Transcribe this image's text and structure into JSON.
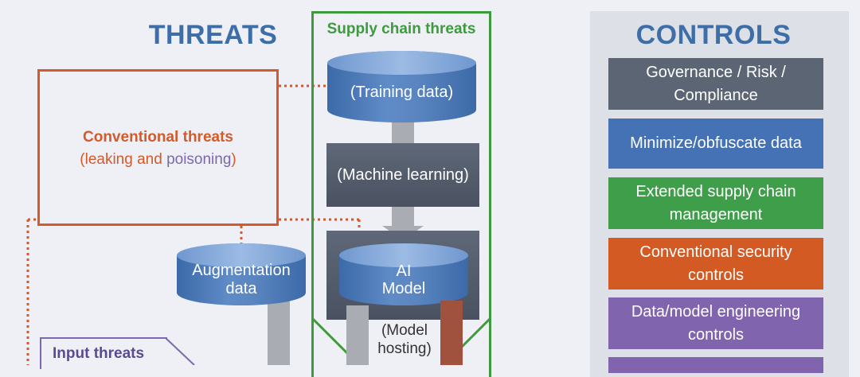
{
  "threats_heading": "THREATS",
  "controls_heading": "CONTROLS",
  "supply_chain": {
    "title": "Supply chain threats",
    "training_data": "(Training data)",
    "machine_learning": "(Machine learning)",
    "ai_model_line1": "AI",
    "ai_model_line2": "Model",
    "model_hosting_line1": "(Model",
    "model_hosting_line2": "hosting)"
  },
  "conventional": {
    "title": "Conventional threats",
    "sub_open": "(leaking and ",
    "sub_poisoning": "poisoning",
    "sub_close": ")"
  },
  "augmentation": {
    "line1": "Augmentation",
    "line2": "data"
  },
  "input_threats": "Input threats",
  "controls": [
    {
      "label": "Governance / Risk / Compliance",
      "color": "#5c6574"
    },
    {
      "label": "Minimize/obfuscate data",
      "color": "#4472b4"
    },
    {
      "label": "Extended supply chain management",
      "color": "#3f9e4a"
    },
    {
      "label": "Conventional security controls",
      "color": "#d45a24"
    },
    {
      "label": "Data/model engineering controls",
      "color": "#8064ad"
    }
  ],
  "colors": {
    "supply_green": "#3f9a3f",
    "conventional_orange": "#d35a2a",
    "poison_purple": "#7d67ad",
    "heading_blue": "#3d6ea8"
  }
}
